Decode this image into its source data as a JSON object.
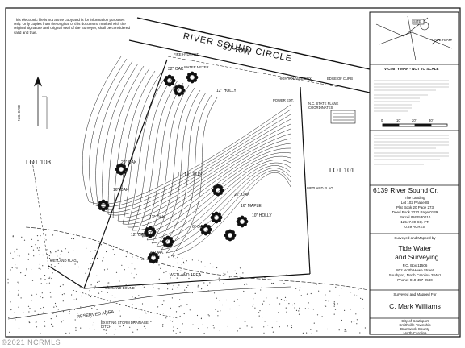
{
  "disclaimer": "This electronic file is not a true copy and is for information purposes only. Only copies from the original of this document, marked with the original signature and original seal of the Surveyor, shall be considered valid and true.",
  "road": {
    "name": "RIVER SOUND CIRCLE",
    "width": "50' R/W"
  },
  "lots": {
    "left": "LOT 103",
    "center": "LOT 102",
    "right": "LOT 101"
  },
  "features": {
    "fire_hydrant": "FIRE HYDRANT",
    "water_meter": "WATER METER",
    "high_voltage": "HIGH VOLTAGE BOX",
    "edge_of_curb": "EDGE OF CURB",
    "power_ext": "POWER EXT.",
    "nc_grid": "N.C. GRID",
    "nc_state_plane": "N.C. STATE PLANE COORDINATES",
    "wetland_area": "WETLAND AREA",
    "reserved_area": "RESERVED AREA",
    "wetland_flag": "WETLAND FLAG",
    "existing_ditch": "EXISTING STORM DRAINAGE DITCH",
    "wetland_bound": "WETLAND BOUND"
  },
  "trees": [
    "32\" OAK",
    "12\" HOLLY",
    "20\" OAK",
    "16\" OAK",
    "22\" OAK",
    "16\" MAPLE",
    "12\" OAK",
    "6\" OAK",
    "10\" HOLLY",
    "12\" OAK",
    "4\" OAK"
  ],
  "vicinity": {
    "title": "VICINITY MAP - NOT TO SCALE",
    "cape_fear": "CAPE FEAR",
    "site": "SITE"
  },
  "scale": {
    "ticks": [
      "0",
      "10'",
      "20'",
      "30'"
    ]
  },
  "title_block": {
    "address": "6139 River Sound Cr.",
    "subdivision": "The Landing",
    "lot": "Lot 102 Phase IB",
    "plat": "Plat Book 20 Page 273",
    "deed": "Deed Book 3272 Page 0139",
    "parcel": "Parcel ID#2530010",
    "area_sqft": "12547.00 SQ. FT.",
    "area_acres": "0.29 ACRES",
    "surveyed_by": "Surveyed and Mapped by",
    "firm1": "Tide Water",
    "firm2": "Land Surveying",
    "po_box": "P.O. Box 11506",
    "street": "802 North Howe Street",
    "city_state": "Southport, North Carolina 28461",
    "phone": "Phone: 910-457-9580",
    "mapped_for": "Surveyed and Mapped For",
    "client": "C. Mark Williams",
    "loc1": "City of Southport",
    "loc2": "Smithville Township",
    "loc3": "Brunswick County",
    "loc4": "North Carolina"
  },
  "watermark": "©2021 NCRMLS"
}
